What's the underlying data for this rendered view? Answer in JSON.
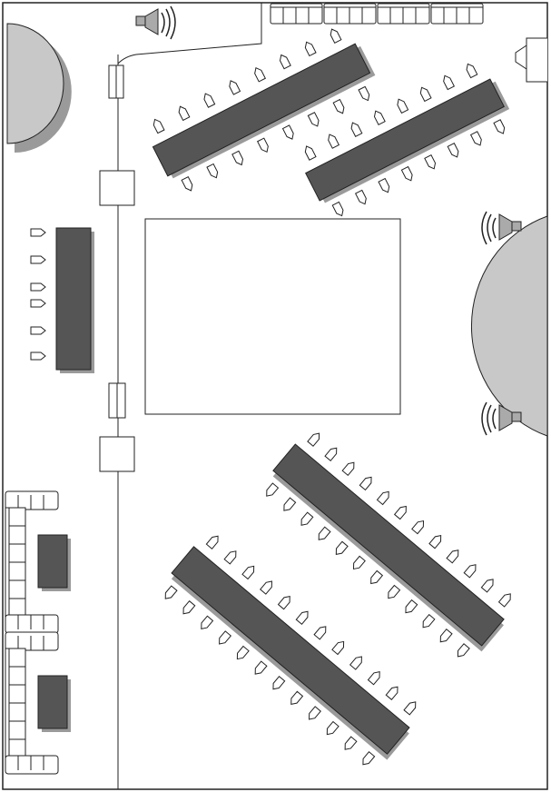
{
  "plan": {
    "colors": {
      "background": "#ffffff",
      "outline": "#222222",
      "table_fill": "#555555",
      "stage_fill": "#c8c8c8",
      "shadow": "#9a9a9a",
      "chair_fill": "#ffffff"
    },
    "icons": {
      "speaker": "speaker-icon",
      "chair": "chair-icon",
      "sofa": "sofa-icon",
      "door": "door-icon"
    },
    "speaker_count": 3,
    "long_table_count": 5,
    "sofa_group_count": 2
  }
}
